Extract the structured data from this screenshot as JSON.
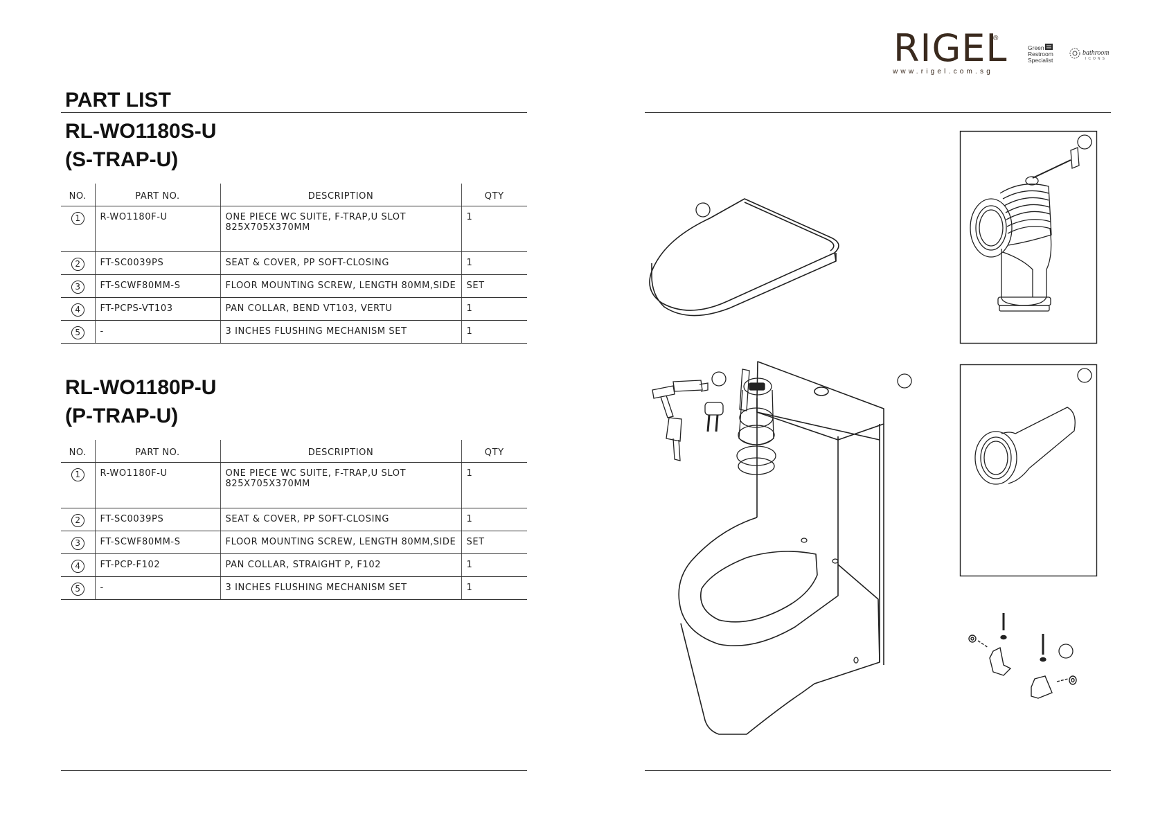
{
  "header": {
    "brand": "RIGEL",
    "registered": "®",
    "website": "www.rigel.com.sg",
    "badge_green": [
      "Green",
      "Restroom",
      "Specialist"
    ],
    "badge_bathroom": "bathroom",
    "badge_bathroom_sub": "ICONS"
  },
  "page_title": "PART LIST",
  "columns": {
    "no": "NO.",
    "part_no": "PART NO.",
    "description": "DESCRIPTION",
    "qty": "QTY"
  },
  "sections": [
    {
      "model": "RL-WO1180S-U",
      "variant": "(S-TRAP-U)",
      "rows": [
        {
          "no": "1",
          "part_no": "R-WO1180F-U",
          "desc": [
            "ONE PIECE WC SUITE, F-TRAP,U SLOT",
            "825X705X370MM"
          ],
          "qty": "1"
        },
        {
          "no": "2",
          "part_no": "FT-SC0039PS",
          "desc": [
            "SEAT & COVER, PP SOFT-CLOSING"
          ],
          "qty": "1"
        },
        {
          "no": "3",
          "part_no": "FT-SCWF80MM-S",
          "desc": [
            "FLOOR MOUNTING SCREW, LENGTH 80MM,SIDE"
          ],
          "qty": "SET"
        },
        {
          "no": "4",
          "part_no": "FT-PCPS-VT103",
          "desc": [
            "PAN COLLAR, BEND VT103, VERTU"
          ],
          "qty": "1"
        },
        {
          "no": "5",
          "part_no": "-",
          "desc": [
            "3 INCHES FLUSHING MECHANISM SET"
          ],
          "qty": "1"
        }
      ]
    },
    {
      "model": "RL-WO1180P-U",
      "variant": "(P-TRAP-U)",
      "rows": [
        {
          "no": "1",
          "part_no": "R-WO1180F-U",
          "desc": [
            "ONE PIECE WC SUITE, F-TRAP,U SLOT",
            "825X705X370MM"
          ],
          "qty": "1"
        },
        {
          "no": "2",
          "part_no": "FT-SC0039PS",
          "desc": [
            "SEAT & COVER, PP SOFT-CLOSING"
          ],
          "qty": "1"
        },
        {
          "no": "3",
          "part_no": "FT-SCWF80MM-S",
          "desc": [
            "FLOOR MOUNTING SCREW, LENGTH 80MM,SIDE"
          ],
          "qty": "SET"
        },
        {
          "no": "4",
          "part_no": "FT-PCP-F102",
          "desc": [
            "PAN COLLAR, STRAIGHT P, F102"
          ],
          "qty": "1"
        },
        {
          "no": "5",
          "part_no": "-",
          "desc": [
            "3 INCHES FLUSHING MECHANISM SET"
          ],
          "qty": "1"
        }
      ]
    }
  ]
}
